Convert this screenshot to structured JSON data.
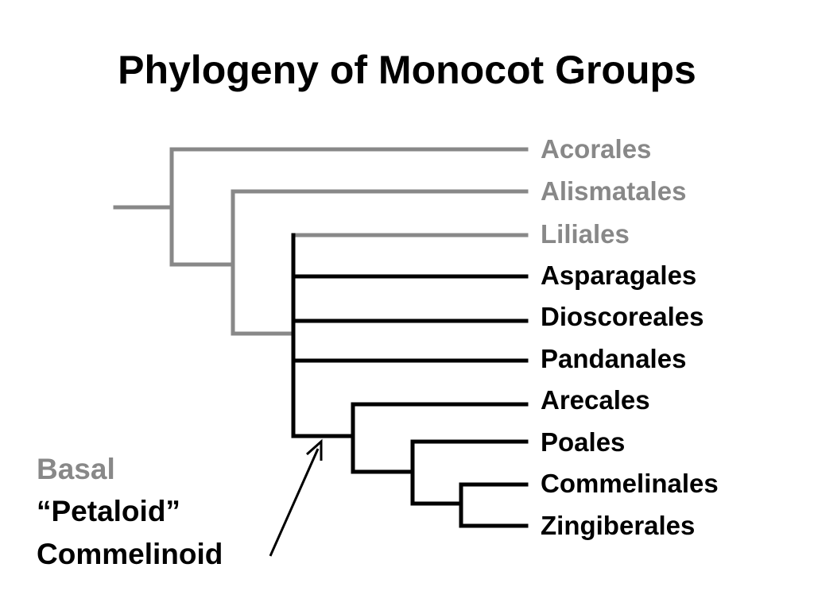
{
  "title": "Phylogeny of Monocot Groups",
  "colors": {
    "basal": "#888888",
    "derived": "#000000"
  },
  "taxa": [
    {
      "name": "Acorales",
      "group": "basal"
    },
    {
      "name": "Alismatales",
      "group": "basal"
    },
    {
      "name": "Liliales",
      "group": "basal"
    },
    {
      "name": "Asparagales",
      "group": "derived"
    },
    {
      "name": "Dioscoreales",
      "group": "derived"
    },
    {
      "name": "Pandanales",
      "group": "derived"
    },
    {
      "name": "Arecales",
      "group": "derived"
    },
    {
      "name": "Poales",
      "group": "derived"
    },
    {
      "name": "Commelinales",
      "group": "derived"
    },
    {
      "name": "Zingiberales",
      "group": "derived"
    }
  ],
  "legend": {
    "basal": "Basal",
    "petaloid": "“Petaloid”",
    "commelinoid": "Commelinoid"
  }
}
